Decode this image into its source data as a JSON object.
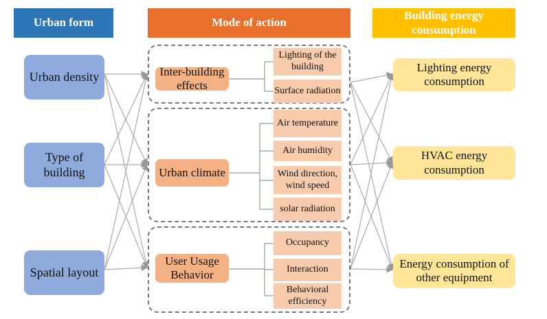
{
  "headers": {
    "urban_form": "Urban form",
    "mode": "Mode of action",
    "energy": "Building energy consumption"
  },
  "urban_form": [
    "Urban density",
    "Type of building",
    "Spatial layout"
  ],
  "mechanisms": [
    {
      "label": "Inter-building effects",
      "factors": [
        "Lighting of the building",
        "Surface radiation"
      ]
    },
    {
      "label": "Urban climate",
      "factors": [
        "Air temperature",
        "Air humidity",
        "Wind direction, wind speed",
        "solar radiation"
      ]
    },
    {
      "label": "User Usage Behavior",
      "factors": [
        "Occupancy",
        "Interaction",
        "Behavioral efficiency"
      ]
    }
  ],
  "energy": [
    "Lighting energy consumption",
    "HVAC energy consumption",
    "Energy consumption of other equipment"
  ],
  "colors": {
    "blue": "#2E75B6",
    "orange": "#E8702A",
    "yellow": "#FFC000"
  }
}
